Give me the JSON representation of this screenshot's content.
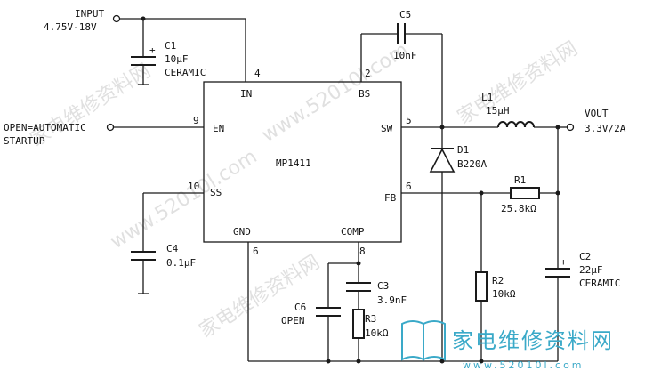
{
  "input": {
    "label": "INPUT",
    "range": "4.75V-18V"
  },
  "chip": {
    "name": "MP1411",
    "pins": [
      {
        "pin": "4",
        "label": "IN"
      },
      {
        "pin": "2",
        "label": "BS"
      },
      {
        "pin": "9",
        "label": "EN"
      },
      {
        "pin": "5",
        "label": "SW"
      },
      {
        "pin": "10",
        "label": "SS"
      },
      {
        "pin": "6",
        "label": "FB"
      },
      {
        "pin": "6",
        "label": "GND"
      },
      {
        "pin": "8",
        "label": "COMP"
      }
    ]
  },
  "en_input": {
    "line1": "OPEN=AUTOMATIC",
    "line2": "STARTUP"
  },
  "output": {
    "label": "VOUT",
    "value": "3.3V/2A"
  },
  "components": {
    "c1": {
      "name": "C1",
      "value": "10μF",
      "type": "CERAMIC"
    },
    "c2": {
      "name": "C2",
      "value": "22μF",
      "type": "CERAMIC"
    },
    "c3": {
      "name": "C3",
      "value": "3.9nF"
    },
    "c4": {
      "name": "C4",
      "value": "0.1μF"
    },
    "c5": {
      "name": "C5",
      "value": "10nF"
    },
    "c6": {
      "name": "C6",
      "value": "OPEN"
    },
    "r1": {
      "name": "R1",
      "value": "25.8kΩ"
    },
    "r2": {
      "name": "R2",
      "value": "10kΩ"
    },
    "r3": {
      "name": "R3",
      "value": "10kΩ"
    },
    "l1": {
      "name": "L1",
      "value": "15μH"
    },
    "d1": {
      "name": "D1",
      "value": "B220A"
    }
  },
  "plus_sign": "+",
  "watermark": {
    "url": "www.52010l.com",
    "site_cn": "家电维修资料网"
  },
  "logo": {
    "cn": "家电维修资料网",
    "url": "www.52010l.com"
  }
}
